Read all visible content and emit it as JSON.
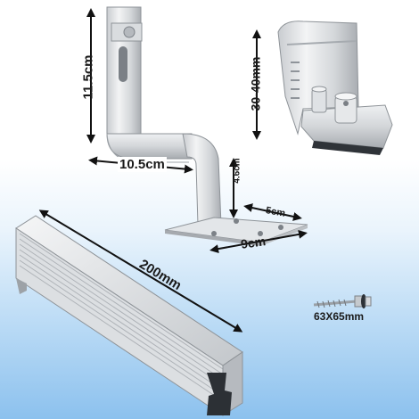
{
  "dimensions": {
    "hook_height": "11.5cm",
    "hook_length": "10.5cm",
    "hook_offset": "4.6cm",
    "plate_width": "5cm",
    "plate_length": "9cm",
    "clamp_range": "30-40mm",
    "rail_length": "200mm",
    "screw_size": "63X65mm"
  }
}
